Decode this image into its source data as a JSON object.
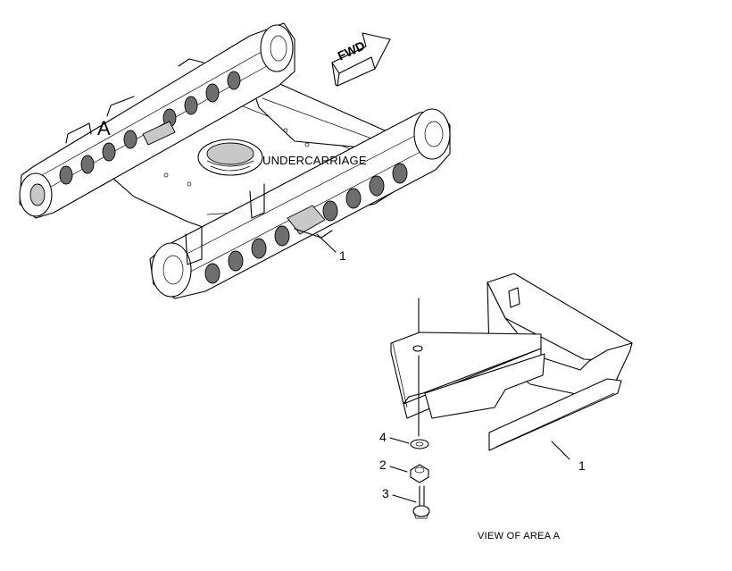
{
  "labels": {
    "fwd": "FWD",
    "area_marker": "A",
    "undercarriage": "UNDERCARRIAGE",
    "view_caption": "VIEW OF AREA A",
    "callout_1_top": "1",
    "callout_1_detail": "1",
    "callout_2": "2",
    "callout_3": "3",
    "callout_4": "4"
  }
}
